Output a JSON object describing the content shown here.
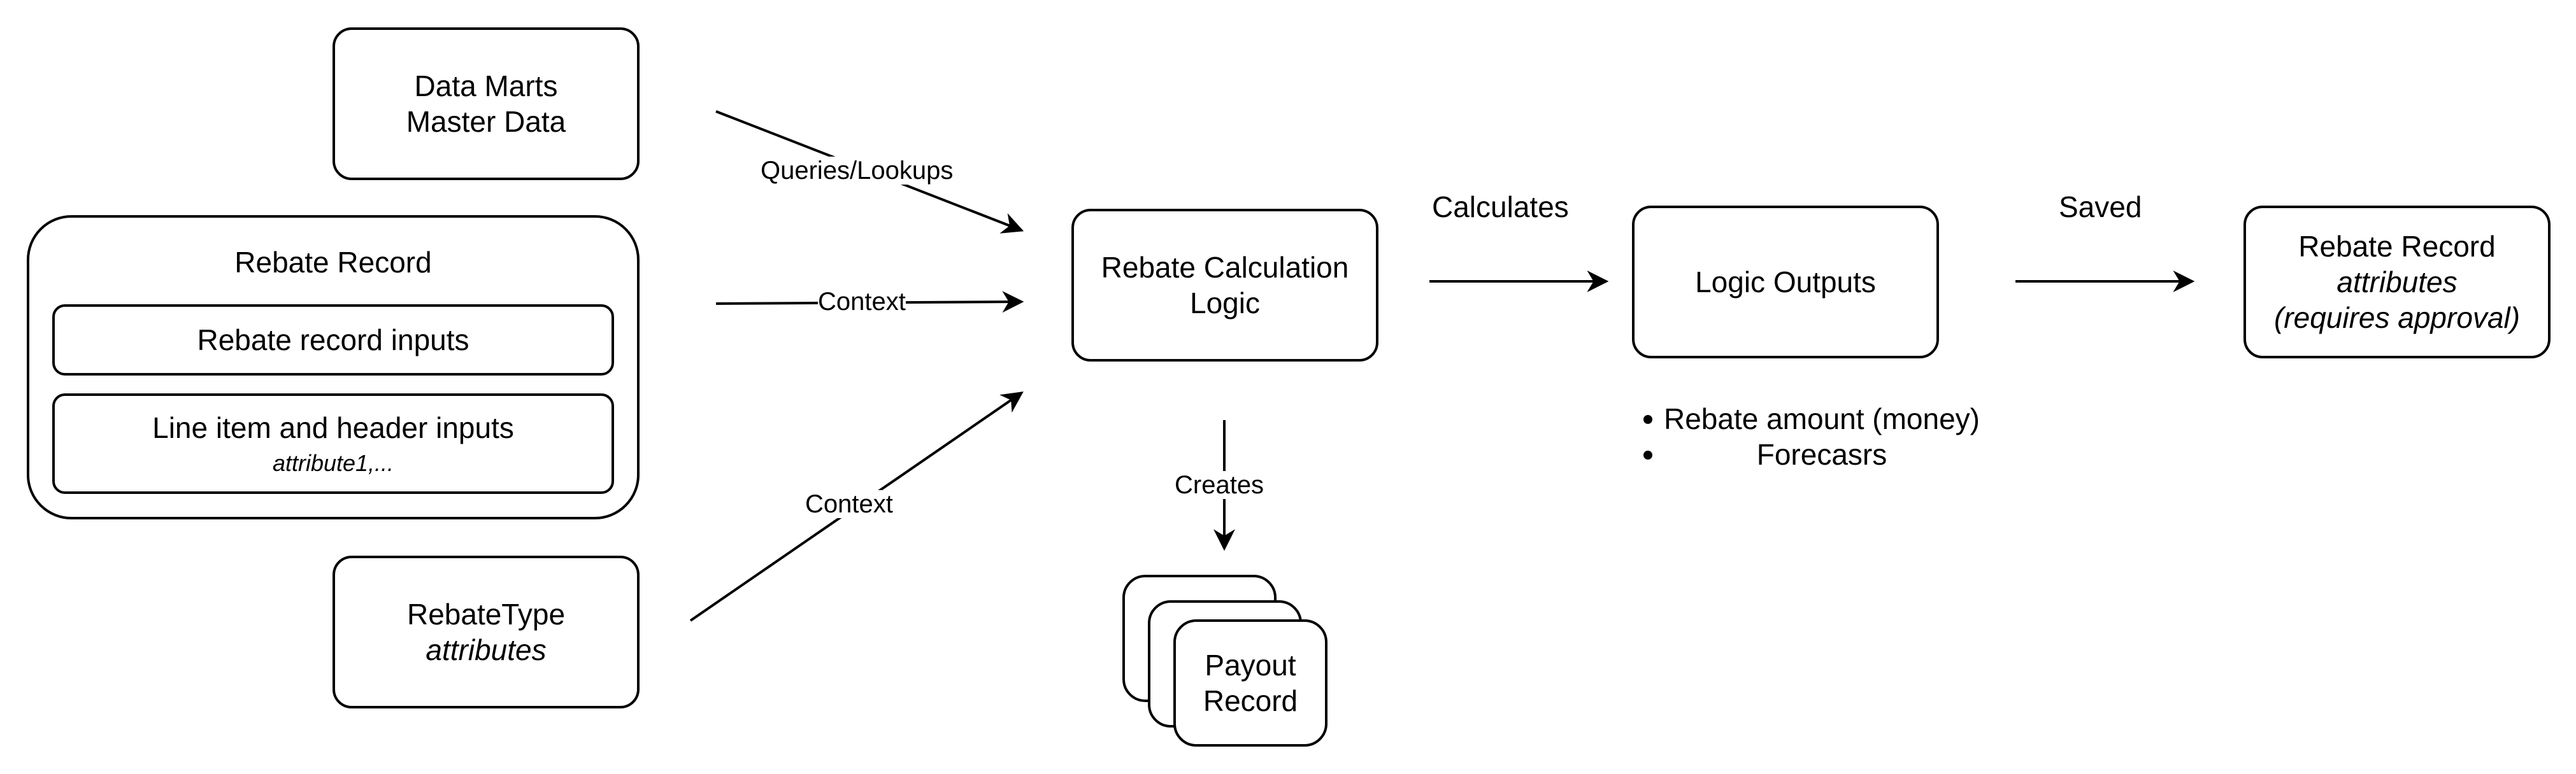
{
  "nodes": {
    "data_marts": {
      "line1": "Data Marts",
      "line2": "Master Data"
    },
    "rebate_record_group": {
      "title": "Rebate Record",
      "inputs1": "Rebate record inputs",
      "inputs2_line1": "Line item and header inputs",
      "inputs2_line2": "attribute1,..."
    },
    "rebate_type": {
      "line1": "RebateType",
      "line2": "attributes"
    },
    "calc_logic": {
      "line1": "Rebate Calculation",
      "line2": "Logic"
    },
    "logic_outputs": {
      "label": "Logic Outputs"
    },
    "rebate_record_out": {
      "line1": "Rebate Record",
      "line2": "attributes",
      "line3": "(requires approval)"
    },
    "payout_record": {
      "line1": "Payout",
      "line2": "Record"
    }
  },
  "edges": {
    "queries": "Queries/Lookups",
    "context1": "Context",
    "context2": "Context",
    "creates": "Creates",
    "calculates": "Calculates",
    "saved": "Saved"
  },
  "outputs_list": [
    {
      "line1": "Rebate amount",
      "line2": "(money)"
    },
    {
      "line1": "Forecasrs",
      "line2": ""
    }
  ],
  "colors": {
    "stroke": "#000000",
    "background": "#ffffff"
  }
}
